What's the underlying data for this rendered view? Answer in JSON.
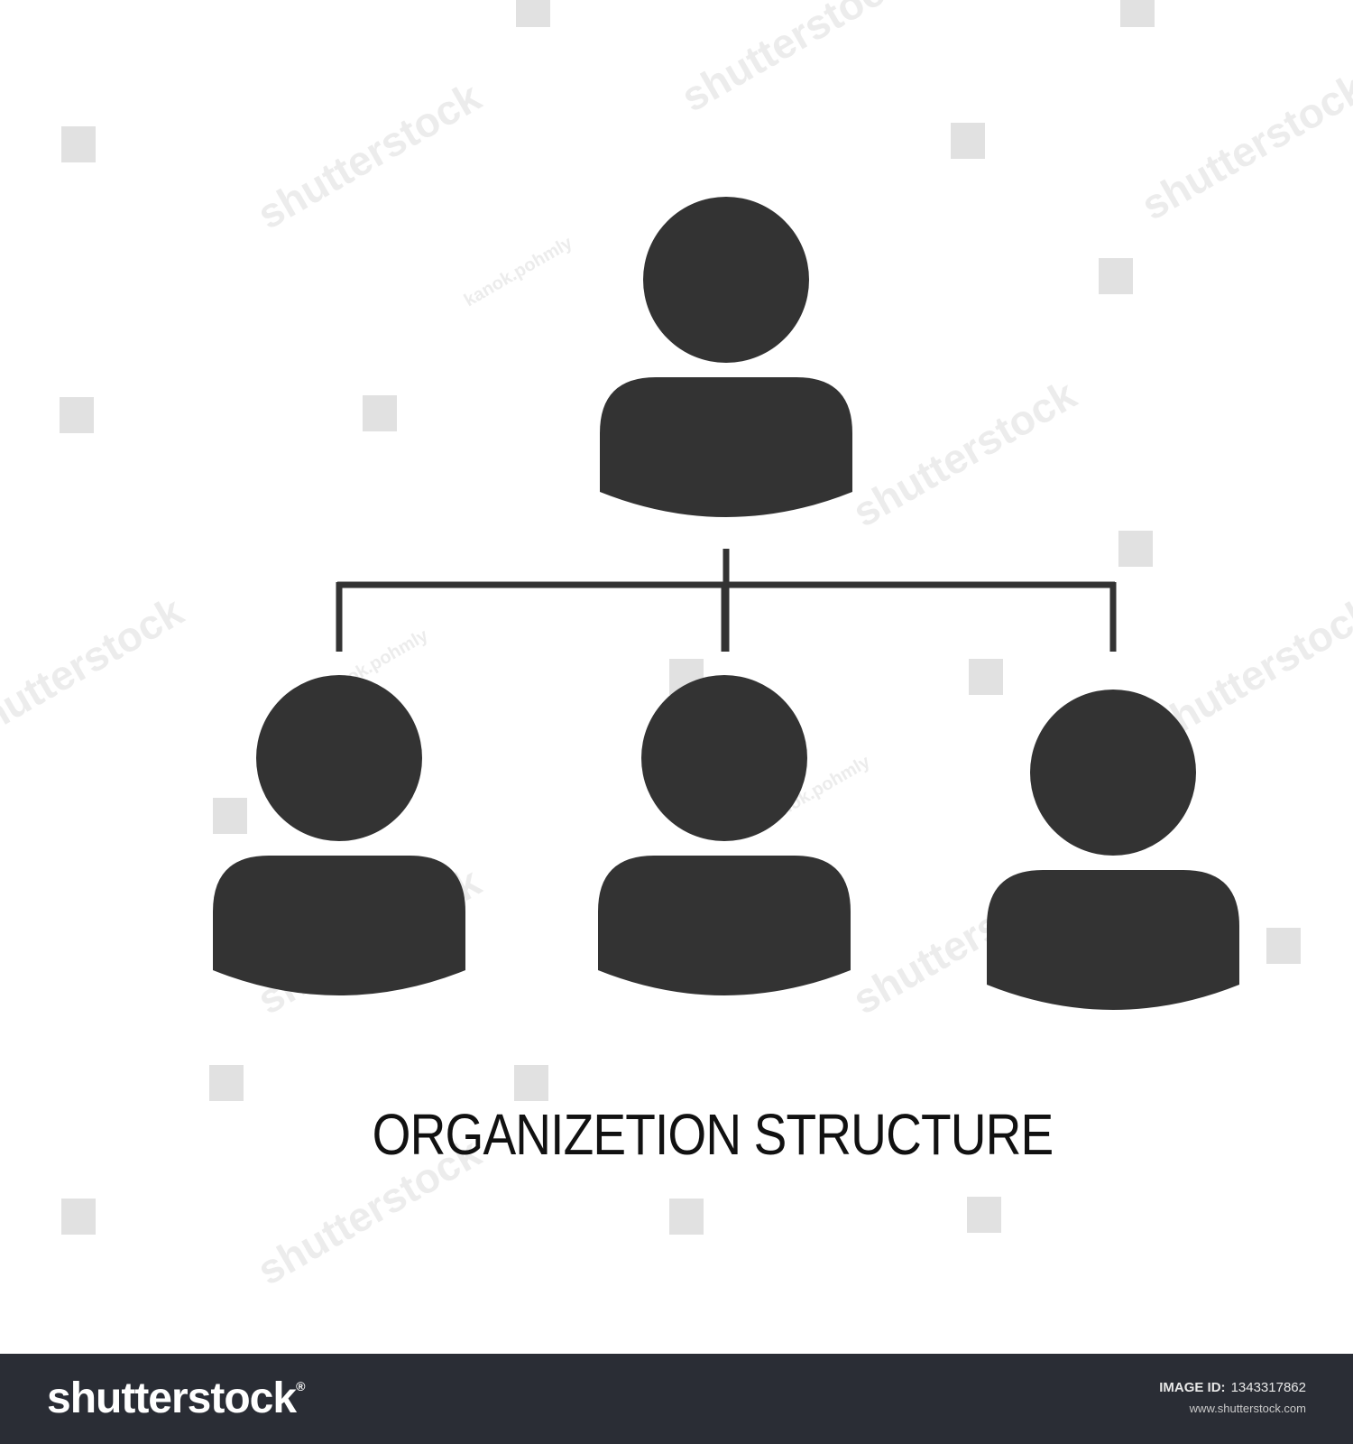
{
  "diagram": {
    "title": "ORGANIZETION STRUCTURE",
    "figure_color": "#333333",
    "line_color": "#333333",
    "nodes": [
      {
        "id": "top",
        "level": 0,
        "icon": "person-icon"
      },
      {
        "id": "left",
        "level": 1,
        "icon": "person-icon"
      },
      {
        "id": "middle",
        "level": 1,
        "icon": "person-icon"
      },
      {
        "id": "right",
        "level": 1,
        "icon": "person-icon"
      }
    ],
    "edges": [
      {
        "from": "top",
        "to": "left"
      },
      {
        "from": "top",
        "to": "middle"
      },
      {
        "from": "top",
        "to": "right"
      }
    ]
  },
  "watermark": {
    "brand": "shutterstock",
    "contributor": "kanok.pohmly"
  },
  "footer": {
    "logo": "shutterstock",
    "logo_mark": "®",
    "image_id_label": "IMAGE ID:",
    "image_id": "1343317862",
    "site": "www.shutterstock.com",
    "background": "#2a2d35"
  }
}
